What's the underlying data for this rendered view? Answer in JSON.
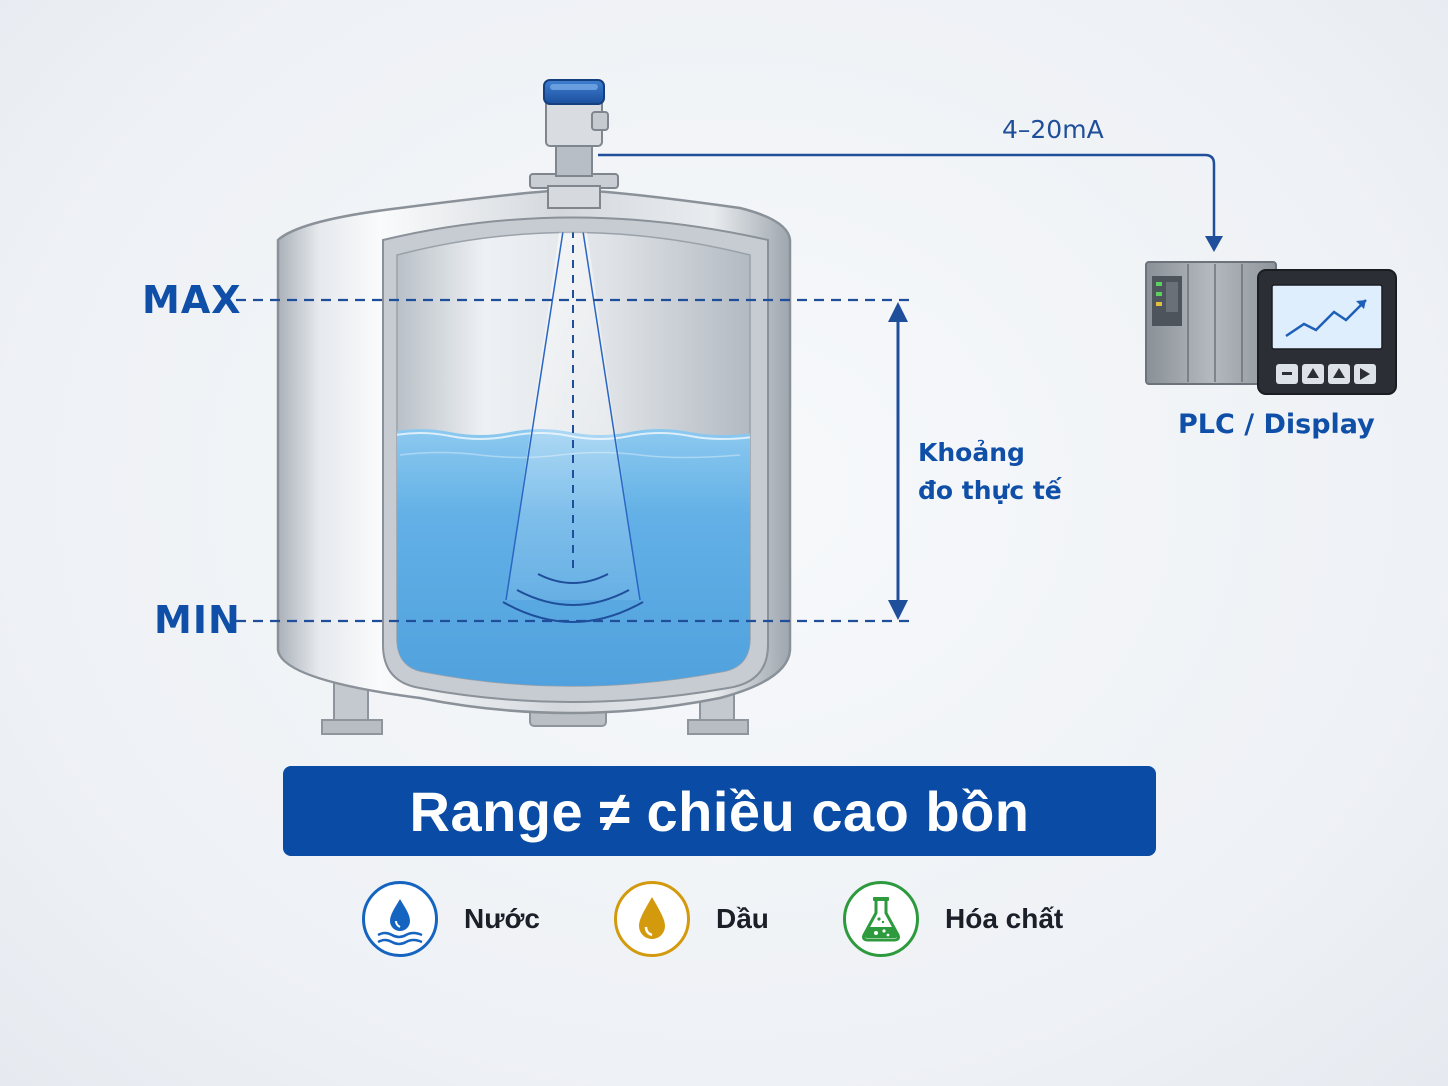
{
  "levels": {
    "max": "MAX",
    "min": "MIN"
  },
  "signal": "4–20mA",
  "range_note": [
    "Khoảng",
    "đo thực tế"
  ],
  "device": "PLC / Display",
  "banner": "Range ≠ chiều cao bồn",
  "legend": [
    {
      "label": "Nước",
      "icon": "water-drop-icon",
      "color": "#1565c0"
    },
    {
      "label": "Dầu",
      "icon": "oil-drop-icon",
      "color": "#d39a0e"
    },
    {
      "label": "Hóa chất",
      "icon": "chemical-flask-icon",
      "color": "#2e9a3e"
    }
  ],
  "colors": {
    "accent": "#0a4ba5",
    "line": "#1f4e9a",
    "water": "#5aa8e0"
  }
}
